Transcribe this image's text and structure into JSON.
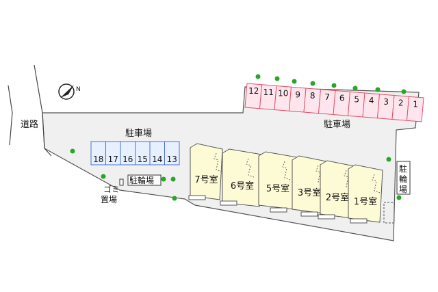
{
  "labels": {
    "road": "道路",
    "parking_left": "駐車場",
    "parking_right": "駐車場",
    "bike_left": "駐輪場",
    "bike_right": "駐輪場",
    "garbage": "ゴミ\n置場",
    "compass_letter": "N"
  },
  "parking_upper": [
    "12",
    "11",
    "10",
    "9",
    "8",
    "7",
    "6",
    "5",
    "4",
    "3",
    "2",
    "1"
  ],
  "parking_lower": [
    "18",
    "17",
    "16",
    "15",
    "14",
    "13"
  ],
  "units": [
    "7号室",
    "6号室",
    "5号室",
    "3号室",
    "2号室",
    "1号室"
  ],
  "colors": {
    "lot": "#f0f0f0",
    "parking_pink": "#ffe6ee",
    "parking_pink_border": "#e0506a",
    "parking_blue": "#e6f0ff",
    "parking_blue_border": "#4a6fd0",
    "building": "#fdfbd6",
    "tree": "#2aa52a"
  }
}
